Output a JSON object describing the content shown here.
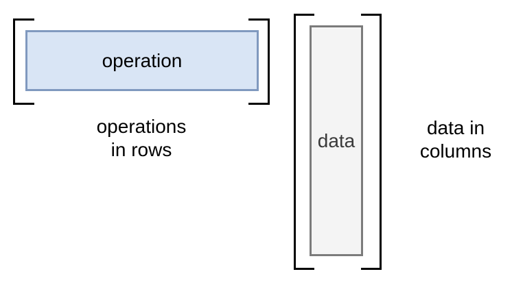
{
  "operation_matrix": {
    "cell_label": "operation",
    "caption": [
      "operations",
      "in rows"
    ]
  },
  "data_matrix": {
    "cell_label": "data",
    "caption": [
      "data in",
      "columns"
    ]
  },
  "colors": {
    "operation_fill": "#d9e5f5",
    "operation_border": "#8099bf",
    "data_fill": "#f4f4f4",
    "data_border": "#7b7b7b",
    "bracket": "#000000",
    "label_text": "#000000",
    "data_text": "#3a3a3a"
  }
}
